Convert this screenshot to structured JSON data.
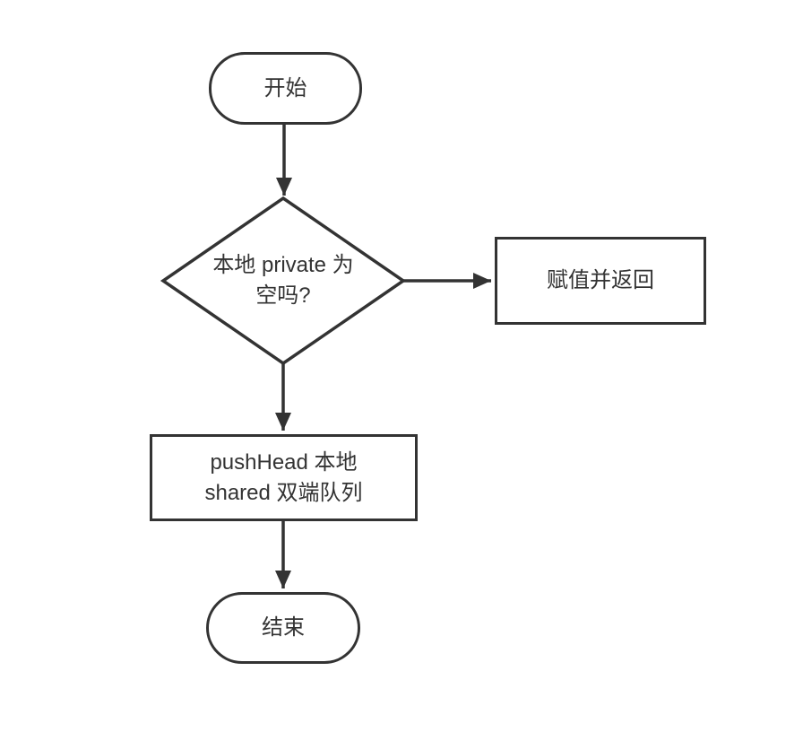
{
  "colors": {
    "background": "#ffffff",
    "node-fill": "#ffffff",
    "stroke": "#333333",
    "text": "#333333"
  },
  "flowchart": {
    "type": "flowchart",
    "nodes": {
      "start": {
        "shape": "rounded-terminal",
        "label": "开始"
      },
      "decision": {
        "shape": "diamond",
        "lines": [
          "本地 private 为",
          "空吗?"
        ]
      },
      "assign": {
        "shape": "rectangle",
        "label": "赋值并返回"
      },
      "push": {
        "shape": "rectangle",
        "lines": [
          "pushHead 本地",
          "shared 双端队列"
        ]
      },
      "end": {
        "shape": "rounded-terminal",
        "label": "结束"
      }
    },
    "edges": [
      {
        "from": "start",
        "to": "decision",
        "direction": "down"
      },
      {
        "from": "decision",
        "to": "assign",
        "direction": "right"
      },
      {
        "from": "decision",
        "to": "push",
        "direction": "down"
      },
      {
        "from": "push",
        "to": "end",
        "direction": "down"
      }
    ]
  }
}
